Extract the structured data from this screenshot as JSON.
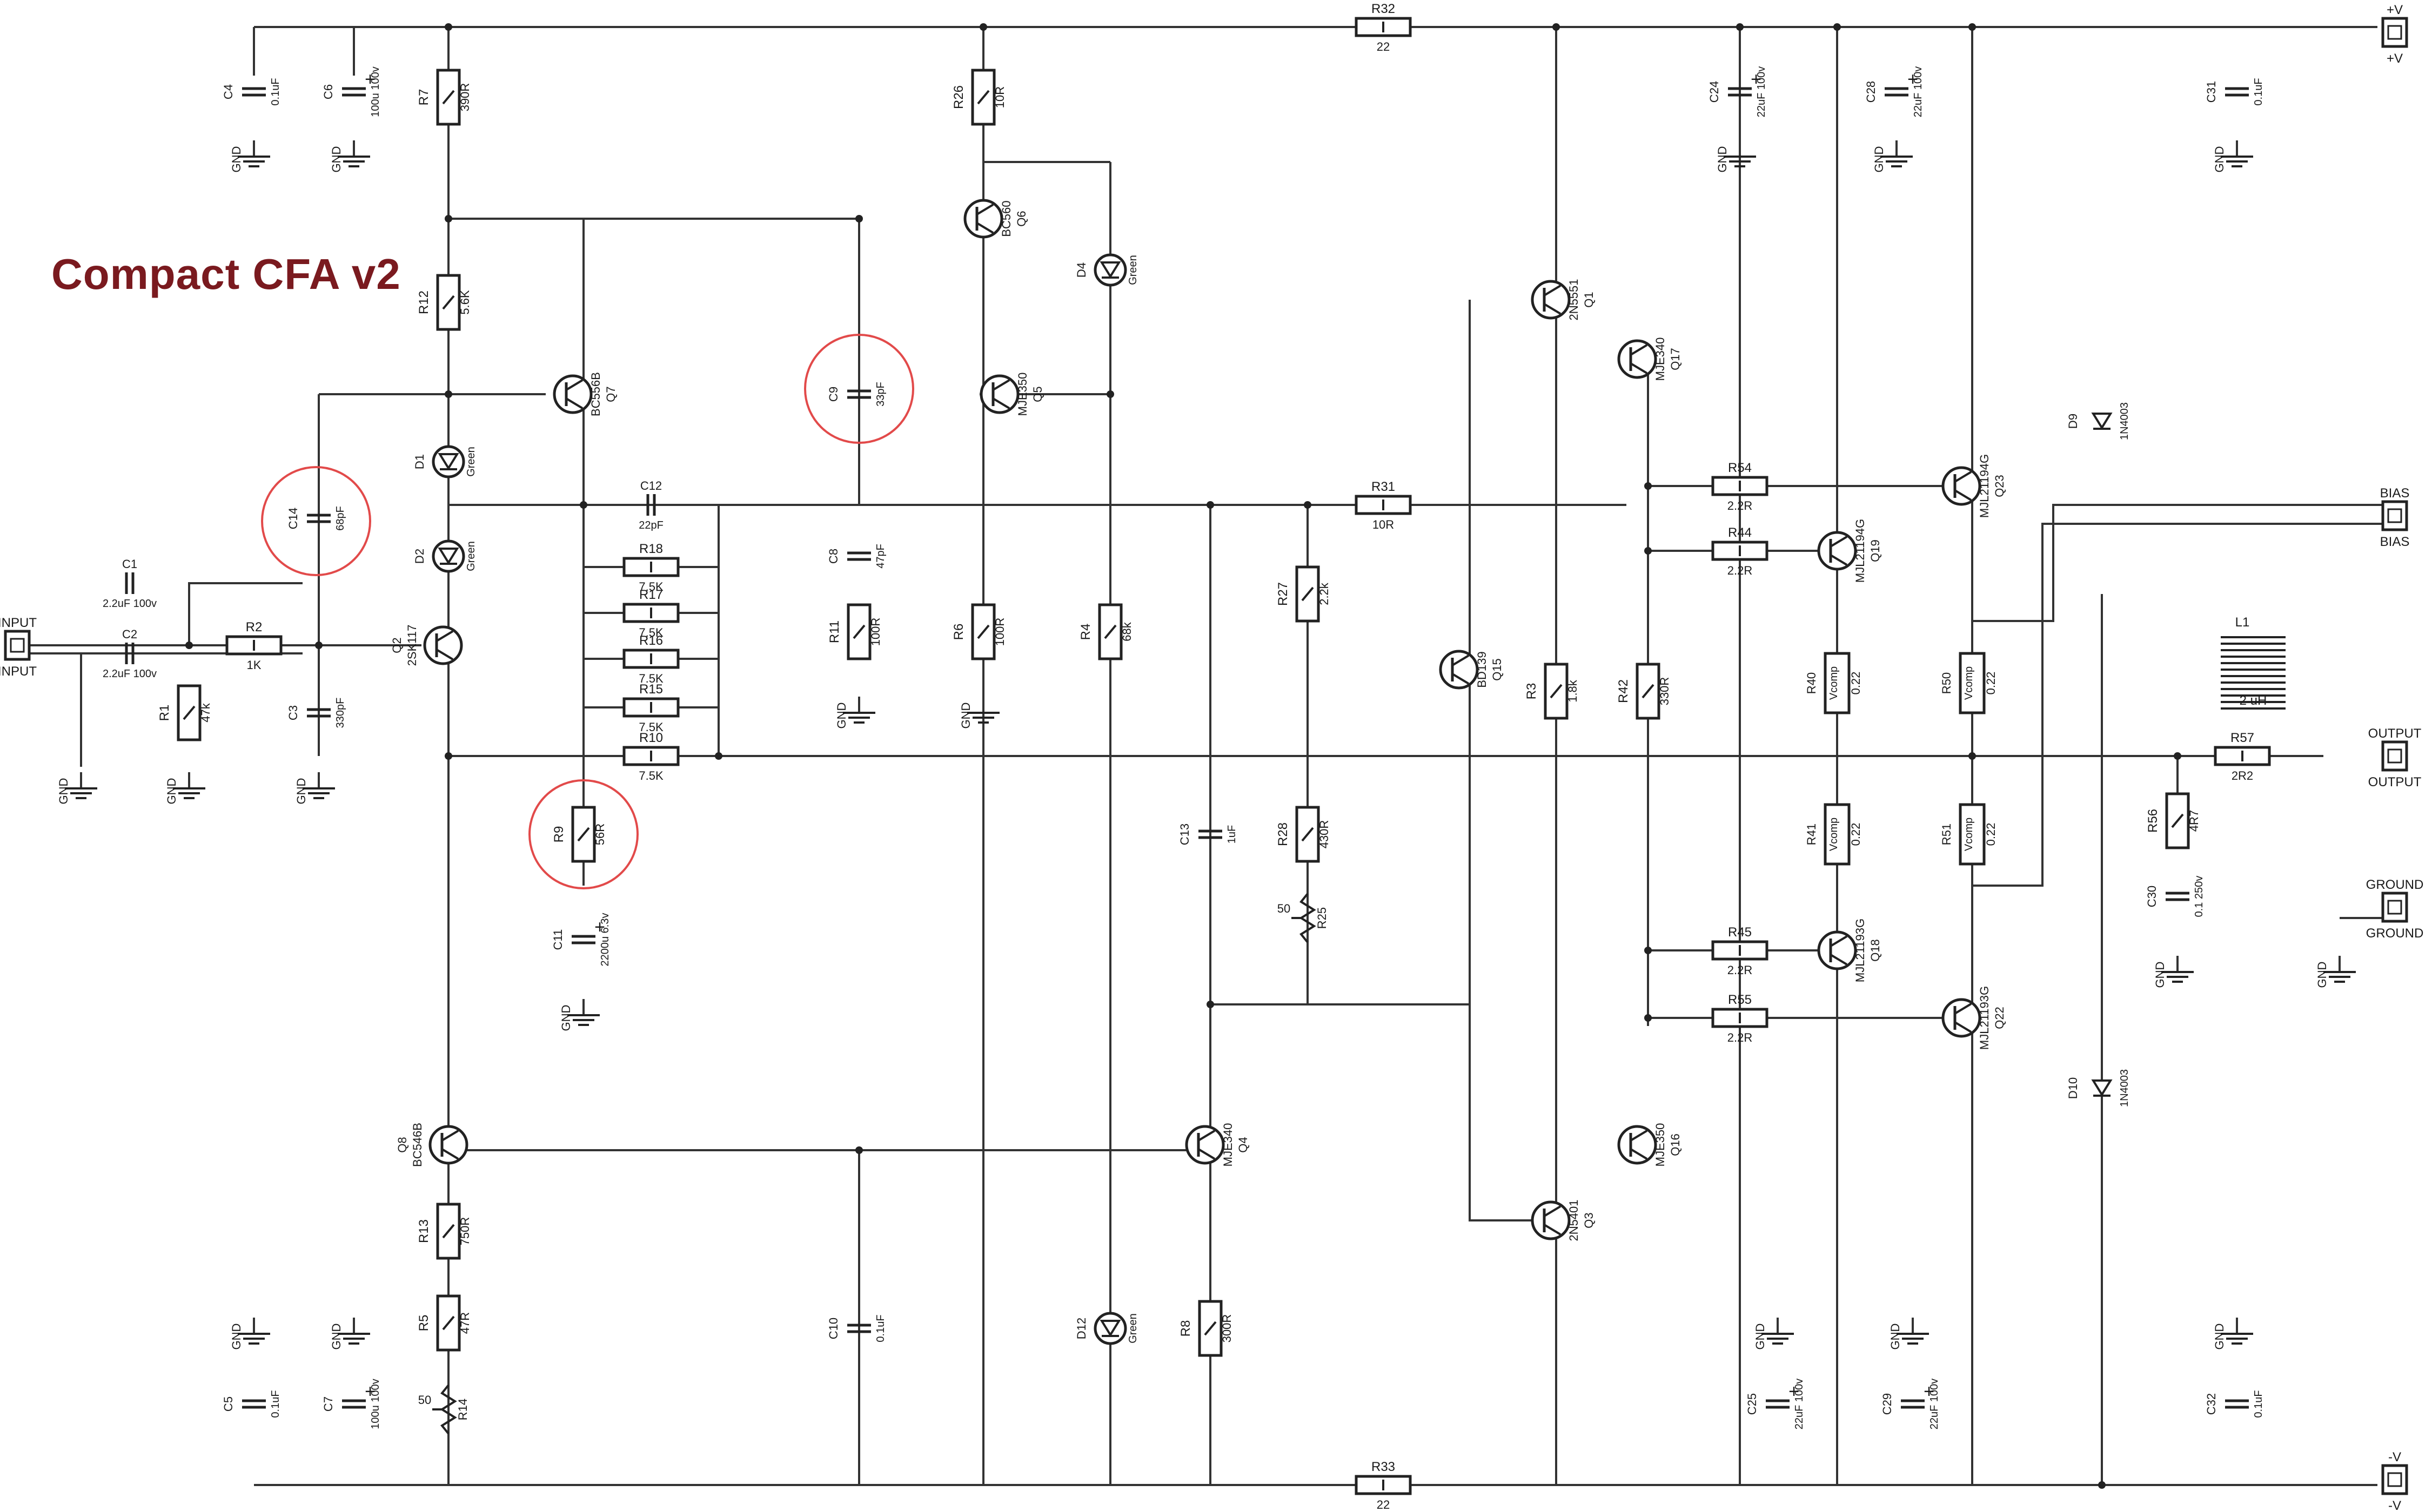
{
  "title": "Compact CFA v2",
  "colors": {
    "title": "#7a1a1f",
    "highlight": "#e24a4a",
    "wire": "#333333"
  },
  "ports": {
    "input": "INPUT",
    "output": "OUTPUT",
    "ground": "GROUND",
    "bias": "BIAS",
    "vplus": "+V",
    "vminus": "-V"
  },
  "gnd_label": "GND",
  "resistors": [
    {
      "ref": "R32",
      "val": "22"
    },
    {
      "ref": "R33",
      "val": "22"
    },
    {
      "ref": "R7",
      "val": "390R"
    },
    {
      "ref": "R12",
      "val": "5.6K"
    },
    {
      "ref": "R26",
      "val": "10R"
    },
    {
      "ref": "R2",
      "val": "1K"
    },
    {
      "ref": "R1",
      "val": "47k"
    },
    {
      "ref": "R18",
      "val": "7.5K"
    },
    {
      "ref": "R17",
      "val": "7.5K"
    },
    {
      "ref": "R16",
      "val": "7.5K"
    },
    {
      "ref": "R15",
      "val": "7.5K"
    },
    {
      "ref": "R10",
      "val": "7.5K"
    },
    {
      "ref": "R9",
      "val": "56R"
    },
    {
      "ref": "R11",
      "val": "100R"
    },
    {
      "ref": "R6",
      "val": "100R"
    },
    {
      "ref": "R4",
      "val": "68k"
    },
    {
      "ref": "R31",
      "val": "10R"
    },
    {
      "ref": "R27",
      "val": "2.2k"
    },
    {
      "ref": "R28",
      "val": "430R"
    },
    {
      "ref": "R3",
      "val": "1.8k"
    },
    {
      "ref": "R42",
      "val": "330R"
    },
    {
      "ref": "R54",
      "val": "2.2R"
    },
    {
      "ref": "R44",
      "val": "2.2R"
    },
    {
      "ref": "R45",
      "val": "2.2R"
    },
    {
      "ref": "R55",
      "val": "2.2R"
    },
    {
      "ref": "R40",
      "val": "0.22"
    },
    {
      "ref": "R50",
      "val": "0.22"
    },
    {
      "ref": "R41",
      "val": "0.22"
    },
    {
      "ref": "R51",
      "val": "0.22"
    },
    {
      "ref": "R57",
      "val": "2R2"
    },
    {
      "ref": "R56",
      "val": "4R7"
    },
    {
      "ref": "R13",
      "val": "750R"
    },
    {
      "ref": "R5",
      "val": "47R"
    },
    {
      "ref": "R8",
      "val": "300R"
    },
    {
      "ref": "R14",
      "val": "50"
    },
    {
      "ref": "R25",
      "val": "50"
    }
  ],
  "capacitors": [
    {
      "ref": "C4",
      "val": "0.1uF"
    },
    {
      "ref": "C6",
      "val": "100u 100v"
    },
    {
      "ref": "C1",
      "val": "2.2uF 100v"
    },
    {
      "ref": "C2",
      "val": "2.2uF 100v"
    },
    {
      "ref": "C14",
      "val": "68pF"
    },
    {
      "ref": "C3",
      "val": "330pF"
    },
    {
      "ref": "C12",
      "val": "22pF"
    },
    {
      "ref": "C11",
      "val": "2200u 6.3v"
    },
    {
      "ref": "C9",
      "val": "33pF"
    },
    {
      "ref": "C8",
      "val": "47pF"
    },
    {
      "ref": "C13",
      "val": "1uF"
    },
    {
      "ref": "C24",
      "val": "22uF 100v"
    },
    {
      "ref": "C28",
      "val": "22uF 100v"
    },
    {
      "ref": "C31",
      "val": "0.1uF"
    },
    {
      "ref": "C30",
      "val": "0.1 250v"
    },
    {
      "ref": "C5",
      "val": "0.1uF"
    },
    {
      "ref": "C7",
      "val": "100u 100v"
    },
    {
      "ref": "C10",
      "val": "0.1uF"
    },
    {
      "ref": "C25",
      "val": "22uF 100v"
    },
    {
      "ref": "C29",
      "val": "22uF 100v"
    },
    {
      "ref": "C32",
      "val": "0.1uF"
    }
  ],
  "transistors": [
    {
      "ref": "Q2",
      "val": "2SK117"
    },
    {
      "ref": "Q7",
      "val": "BC556B"
    },
    {
      "ref": "Q6",
      "val": "BC560"
    },
    {
      "ref": "Q5",
      "val": "MJE350"
    },
    {
      "ref": "Q8",
      "val": "BC546B"
    },
    {
      "ref": "Q4",
      "val": "MJE340"
    },
    {
      "ref": "Q15",
      "val": "BD139"
    },
    {
      "ref": "Q1",
      "val": "2N5551"
    },
    {
      "ref": "Q17",
      "val": "MJE340"
    },
    {
      "ref": "Q3",
      "val": "2N5401"
    },
    {
      "ref": "Q16",
      "val": "MJE350"
    },
    {
      "ref": "Q19",
      "val": "MJL21194G"
    },
    {
      "ref": "Q23",
      "val": "MJL21194G"
    },
    {
      "ref": "Q18",
      "val": "MJL21193G"
    },
    {
      "ref": "Q22",
      "val": "MJL21193G"
    }
  ],
  "diodes": [
    {
      "ref": "D1",
      "val": "Green"
    },
    {
      "ref": "D2",
      "val": "Green"
    },
    {
      "ref": "D4",
      "val": "Green"
    },
    {
      "ref": "D12",
      "val": "Green"
    },
    {
      "ref": "D9",
      "val": "1N4003"
    },
    {
      "ref": "D10",
      "val": "1N4003"
    }
  ],
  "inductor": {
    "ref": "L1",
    "val": "2 uH"
  },
  "vcomp": "Vcomp"
}
